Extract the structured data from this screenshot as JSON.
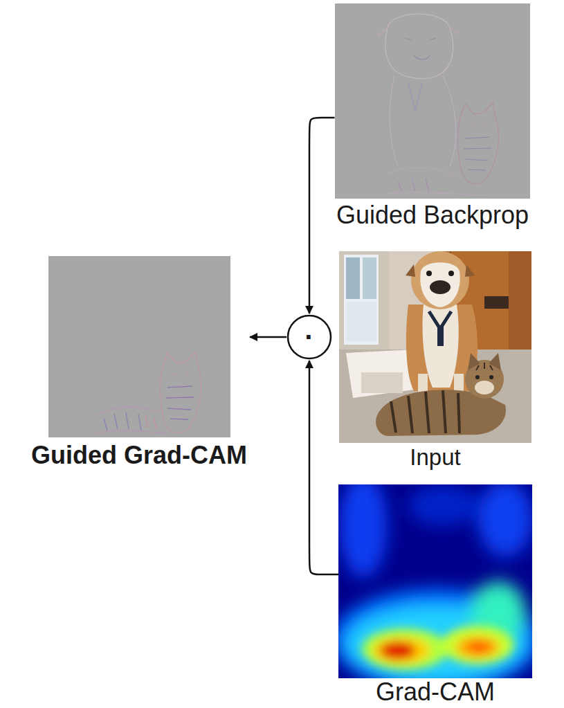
{
  "diagram": {
    "nodes": [
      {
        "text": [
          "Guided Backprop"
        ]
      },
      {
        "text": [
          "Guided Grad-CAM"
        ]
      },
      {
        "text": [
          "·"
        ]
      },
      {
        "text": [
          "Input"
        ]
      },
      {
        "text": [
          "Grad-CAM"
        ]
      }
    ],
    "edges": [
      {
        "from": 0,
        "to": 2,
        "arrow": "to"
      },
      {
        "from": 4,
        "to": 2,
        "arrow": "to"
      },
      {
        "from": 2,
        "to": 1,
        "arrow": "to"
      }
    ]
  }
}
